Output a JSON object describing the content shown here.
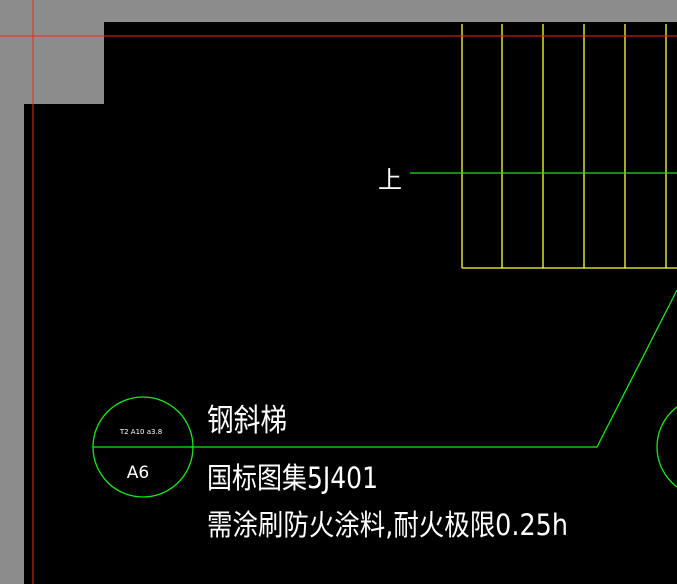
{
  "colors": {
    "background": "#000000",
    "wall": "#8c8c8c",
    "crosshair": "#ff2020",
    "stair": "#ffff33",
    "leader": "#19e619",
    "text": "#ffffff"
  },
  "drawing": {
    "direction_label": "上",
    "section_marker": {
      "top_text": "T2 A10 a3.8",
      "bottom_text": "A6"
    },
    "notes": {
      "line1": "钢斜梯",
      "line2": "国标图集5J401",
      "line3": "需涂刷防火涂料,耐火极限0.25h"
    }
  }
}
